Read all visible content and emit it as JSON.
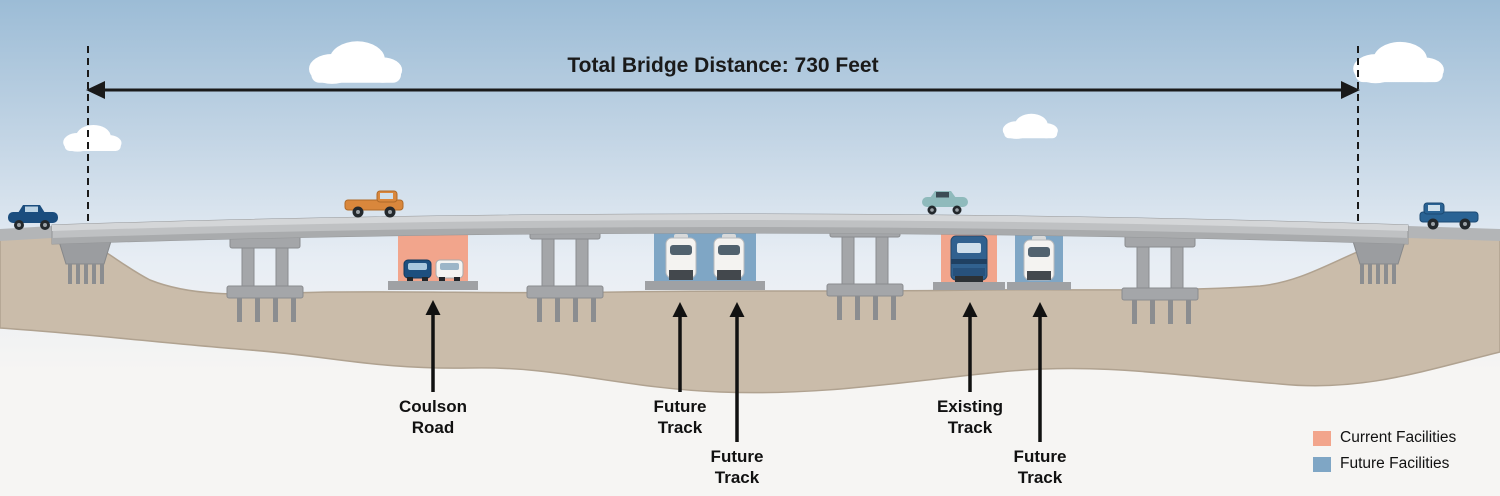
{
  "title": "Total Bridge Distance: 730 Feet",
  "labels": {
    "coulson_road": "Coulson\nRoad",
    "future_track_left": "Future\nTrack",
    "future_track_center": "Future\nTrack",
    "existing_track": "Existing\nTrack",
    "future_track_right": "Future\nTrack"
  },
  "legend": {
    "items": [
      {
        "label": "Current Facilities",
        "color": "#F2A58C"
      },
      {
        "label": "Future Facilities",
        "color": "#7FA6C5"
      }
    ]
  },
  "colors": {
    "current_facilities": "#F2A58C",
    "future_facilities": "#7FA6C5"
  }
}
